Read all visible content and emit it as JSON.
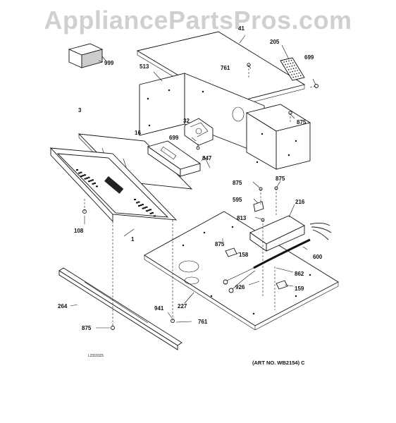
{
  "watermark": "AppliancePartsPros.com",
  "diagram_code": "L2310115",
  "art_number": "(ART NO. WB2154) C",
  "part_labels": [
    {
      "id": "p41",
      "text": "41"
    },
    {
      "id": "p205",
      "text": "205"
    },
    {
      "id": "p699a",
      "text": "699"
    },
    {
      "id": "p999",
      "text": "999"
    },
    {
      "id": "p761a",
      "text": "761"
    },
    {
      "id": "p513",
      "text": "513"
    },
    {
      "id": "p3",
      "text": "3"
    },
    {
      "id": "p875a",
      "text": "875"
    },
    {
      "id": "p32",
      "text": "32"
    },
    {
      "id": "p16",
      "text": "16"
    },
    {
      "id": "p699b",
      "text": "699"
    },
    {
      "id": "p847",
      "text": "847"
    },
    {
      "id": "p875b",
      "text": "875"
    },
    {
      "id": "p875c",
      "text": "875"
    },
    {
      "id": "p595",
      "text": "595"
    },
    {
      "id": "p216",
      "text": "216"
    },
    {
      "id": "p813",
      "text": "813"
    },
    {
      "id": "p108",
      "text": "108"
    },
    {
      "id": "p1",
      "text": "1"
    },
    {
      "id": "p875d",
      "text": "875"
    },
    {
      "id": "p158",
      "text": "158"
    },
    {
      "id": "p600",
      "text": "600"
    },
    {
      "id": "p862",
      "text": "862"
    },
    {
      "id": "p926",
      "text": "926"
    },
    {
      "id": "p159",
      "text": "159"
    },
    {
      "id": "p264",
      "text": "264"
    },
    {
      "id": "p227",
      "text": "227"
    },
    {
      "id": "p941",
      "text": "941"
    },
    {
      "id": "p761b",
      "text": "761"
    },
    {
      "id": "p875e",
      "text": "875"
    }
  ]
}
